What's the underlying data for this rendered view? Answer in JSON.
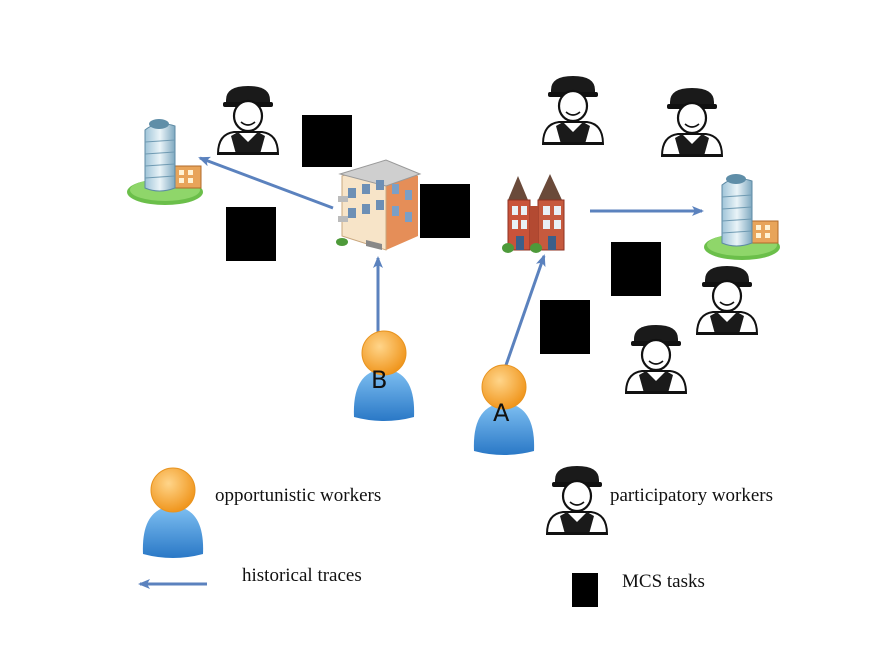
{
  "diagram": {
    "workers": {
      "b": {
        "label": "B"
      },
      "a": {
        "label": "A"
      }
    },
    "legend": {
      "opportunistic": "opportunistic workers",
      "participatory": "participatory workers",
      "traces": "historical traces",
      "tasks": "MCS tasks"
    },
    "colors": {
      "trace_arrow": "#5b82be",
      "task_square": "#000000",
      "worker_head": "#f5a530",
      "worker_body": "#3e8fd6"
    },
    "icons": [
      "participatory-worker-icon",
      "opportunistic-worker-icon",
      "office-tower-icon",
      "apartment-building-icon",
      "townhouse-icon",
      "mcs-task-square"
    ]
  }
}
